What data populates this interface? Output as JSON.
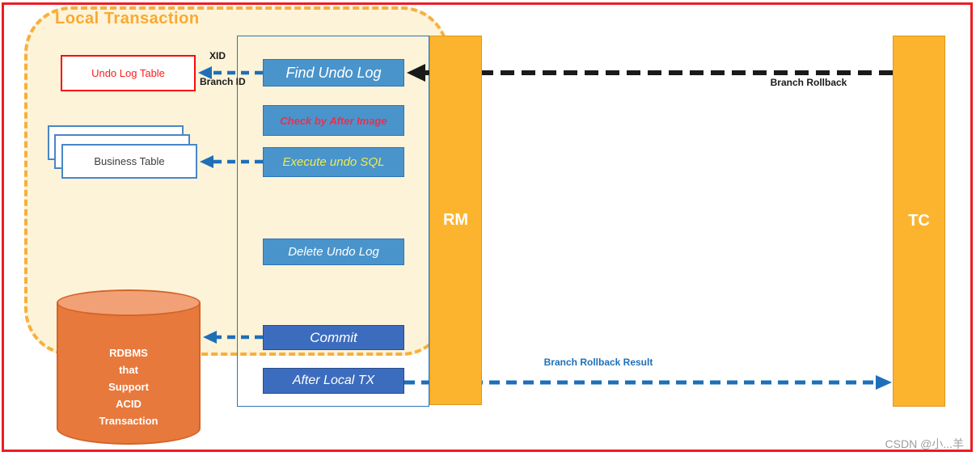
{
  "local_transaction": {
    "title": "Local Transaction"
  },
  "lifelines": {
    "rm": "RM",
    "tc": "TC"
  },
  "steps": [
    {
      "label": "Find Undo Log"
    },
    {
      "label": "Check by After Image"
    },
    {
      "label": "Execute undo SQL"
    },
    {
      "label": "Delete Undo Log"
    },
    {
      "label": "Commit"
    },
    {
      "label": "After Local TX"
    }
  ],
  "stores": {
    "undo_log_table": {
      "label": "Undo Log Table"
    },
    "business_table": {
      "label": "Business Table"
    },
    "rdbms": {
      "lines": [
        "RDBMS",
        "that",
        "Support",
        "ACID",
        "Transaction"
      ]
    }
  },
  "messages": {
    "branch_rollback": {
      "label": "Branch Rollback"
    },
    "branch_rollback_result": {
      "label": "Branch Rollback Result"
    },
    "undo_log_lookup": {
      "line1": "XID",
      "line2": "Branch ID"
    }
  },
  "watermark": {
    "text": "CSDN @小...羊"
  },
  "colors": {
    "frame_red": "#ED1C24",
    "bar_orange": "#FCB42F",
    "region_fill": "#FCF3D8",
    "region_border": "#F8AF3C",
    "title_orange": "#F9A930",
    "step_light_blue": "#4A94CC",
    "step_dark_blue": "#3C6CBE",
    "step_border_blue": "#2E75B6",
    "arrow_blue": "#1E6FB8",
    "arrow_black": "#1A1A1A",
    "alert_red": "#FA0A0A",
    "check_text_red": "#E8304F",
    "execute_text_yellow": "#EFEC4D",
    "cylinder_orange": "#E8793D",
    "cylinder_top_orange": "#F2A176"
  }
}
